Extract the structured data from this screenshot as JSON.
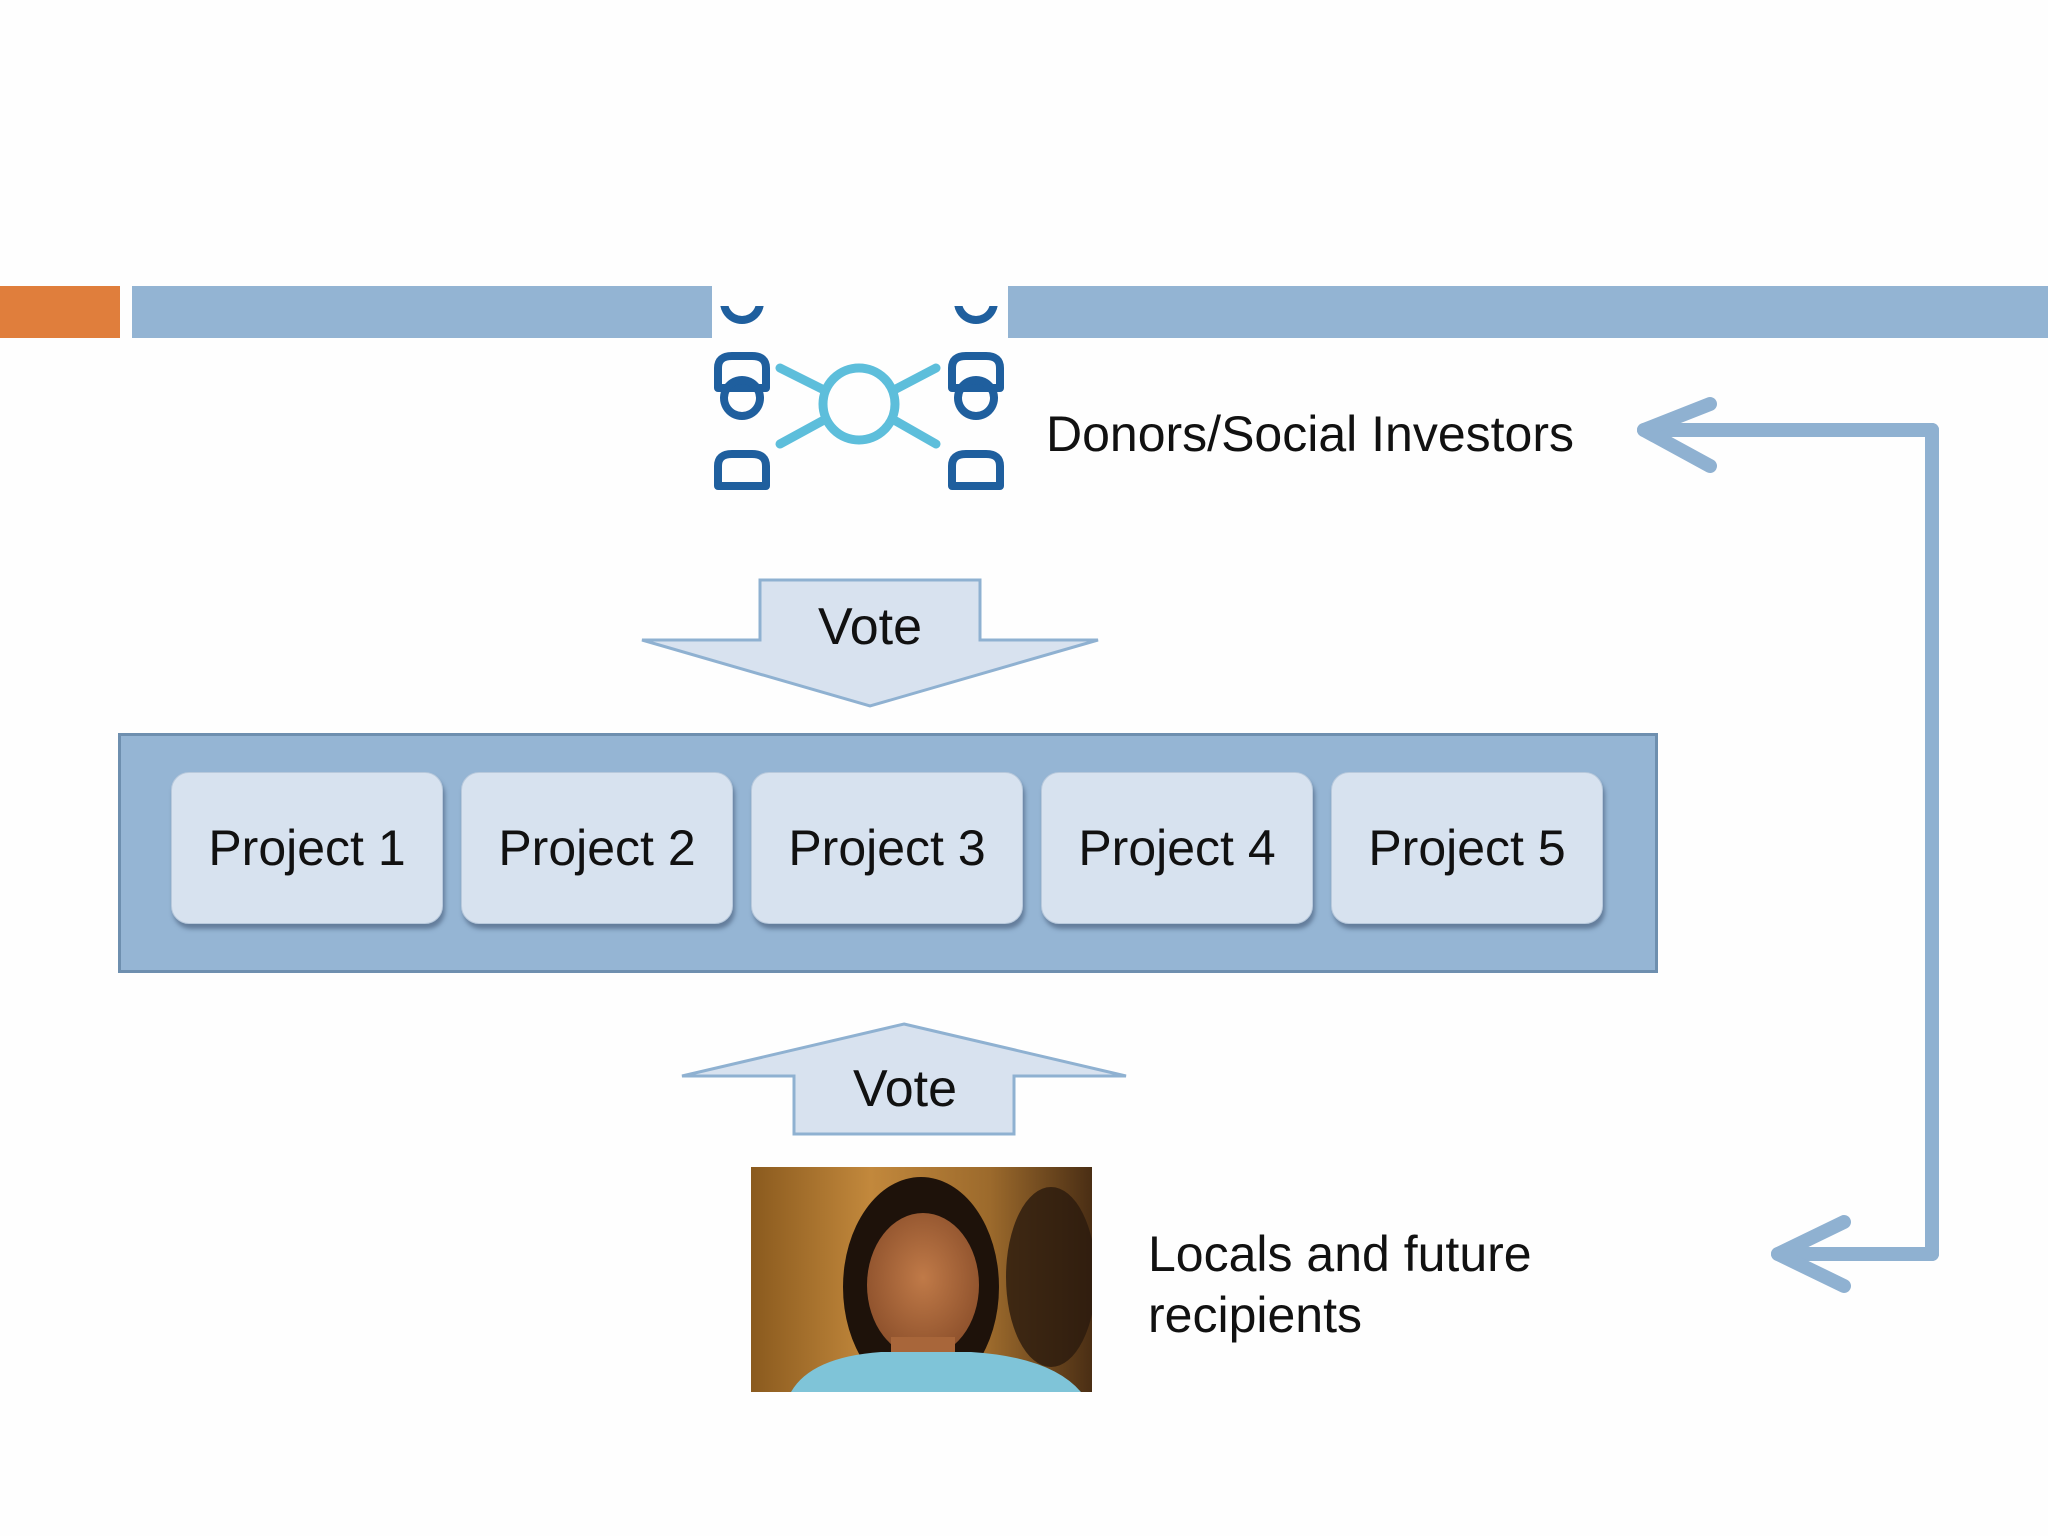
{
  "colors": {
    "accent": "#E07E3C",
    "bar": "#93B4D3",
    "panel": "#95B5D4",
    "project_box": "#D7E2EF",
    "arrow": "#8FB1D1",
    "vote_arrow_fill": "#D8E2EF",
    "icon_dark": "#1F5F9E",
    "icon_light": "#5DBEDB"
  },
  "icons": {
    "network": "users-network-icon"
  },
  "donors": {
    "label": "Donors/Social Investors"
  },
  "vote_top": {
    "label": "Vote"
  },
  "projects": [
    {
      "label": "Project 1"
    },
    {
      "label": "Project 2"
    },
    {
      "label": "Project 3"
    },
    {
      "label": "Project 4"
    },
    {
      "label": "Project 5"
    }
  ],
  "vote_bottom": {
    "label": "Vote"
  },
  "locals": {
    "label": "Locals and future recipients"
  }
}
